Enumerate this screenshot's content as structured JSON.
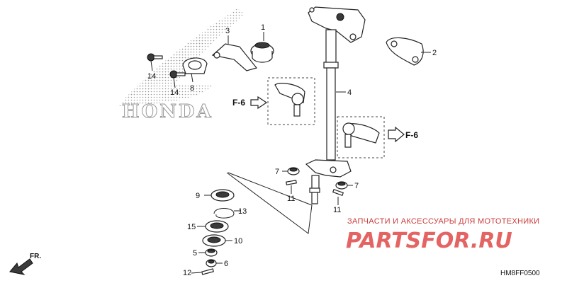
{
  "diagram": {
    "brand_logo": "HONDA",
    "part_labels": {
      "p1": "1",
      "p2": "2",
      "p3": "3",
      "p4": "4",
      "p5": "5",
      "p6": "6",
      "p7": "7",
      "p8": "8",
      "p9": "9",
      "p10": "10",
      "p11a": "11",
      "p11b": "11",
      "p12": "12",
      "p13": "13",
      "p14a": "14",
      "p14b": "14",
      "p15": "15"
    },
    "refs": {
      "left": "F-6",
      "right": "F-6"
    },
    "front_label": "FR.",
    "diagram_code": "HM8FF0500"
  },
  "watermark": {
    "tagline": "ЗАПЧАСТИ И АКСЕССУАРЫ ДЛЯ МОТОТЕХНИКИ",
    "brand": "PARTSFOR.RU"
  },
  "colors": {
    "accent": "#e04a4a",
    "line": "#222222",
    "dots": "#9a9a9a"
  }
}
